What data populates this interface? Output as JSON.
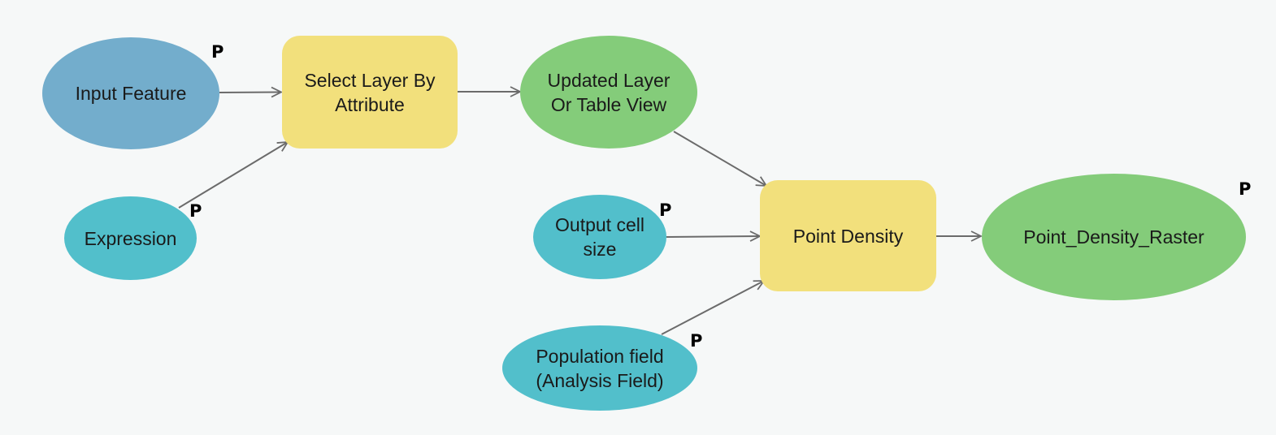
{
  "colors": {
    "background": "#f6f8f8",
    "input_feature_fill": "#73adcc",
    "parameter_fill": "#52bfcb",
    "tool_fill": "#f2e07c",
    "output_fill": "#84cc7a",
    "connector": "#6b6b6b"
  },
  "nodes": {
    "input_feature": {
      "label": "Input Feature",
      "kind": "input-data"
    },
    "expression": {
      "label": "Expression",
      "kind": "variable"
    },
    "select_layer": {
      "label": "Select Layer By\nAttribute",
      "kind": "tool"
    },
    "updated_layer": {
      "label": "Updated Layer\nOr Table View",
      "kind": "derived-data"
    },
    "output_cell_size": {
      "label": "Output cell\nsize",
      "kind": "variable"
    },
    "population_field": {
      "label": "Population field\n(Analysis Field)",
      "kind": "variable"
    },
    "point_density": {
      "label": "Point Density",
      "kind": "tool"
    },
    "point_density_raster": {
      "label": "Point_Density_Raster",
      "kind": "output-data"
    }
  },
  "parameter_badge": "P",
  "connections": [
    {
      "from": "Input Feature",
      "to": "Select Layer By Attribute"
    },
    {
      "from": "Expression",
      "to": "Select Layer By Attribute"
    },
    {
      "from": "Select Layer By Attribute",
      "to": "Updated Layer Or Table View"
    },
    {
      "from": "Updated Layer Or Table View",
      "to": "Point Density"
    },
    {
      "from": "Output cell size",
      "to": "Point Density"
    },
    {
      "from": "Population field (Analysis Field)",
      "to": "Point Density"
    },
    {
      "from": "Point Density",
      "to": "Point_Density_Raster"
    }
  ]
}
